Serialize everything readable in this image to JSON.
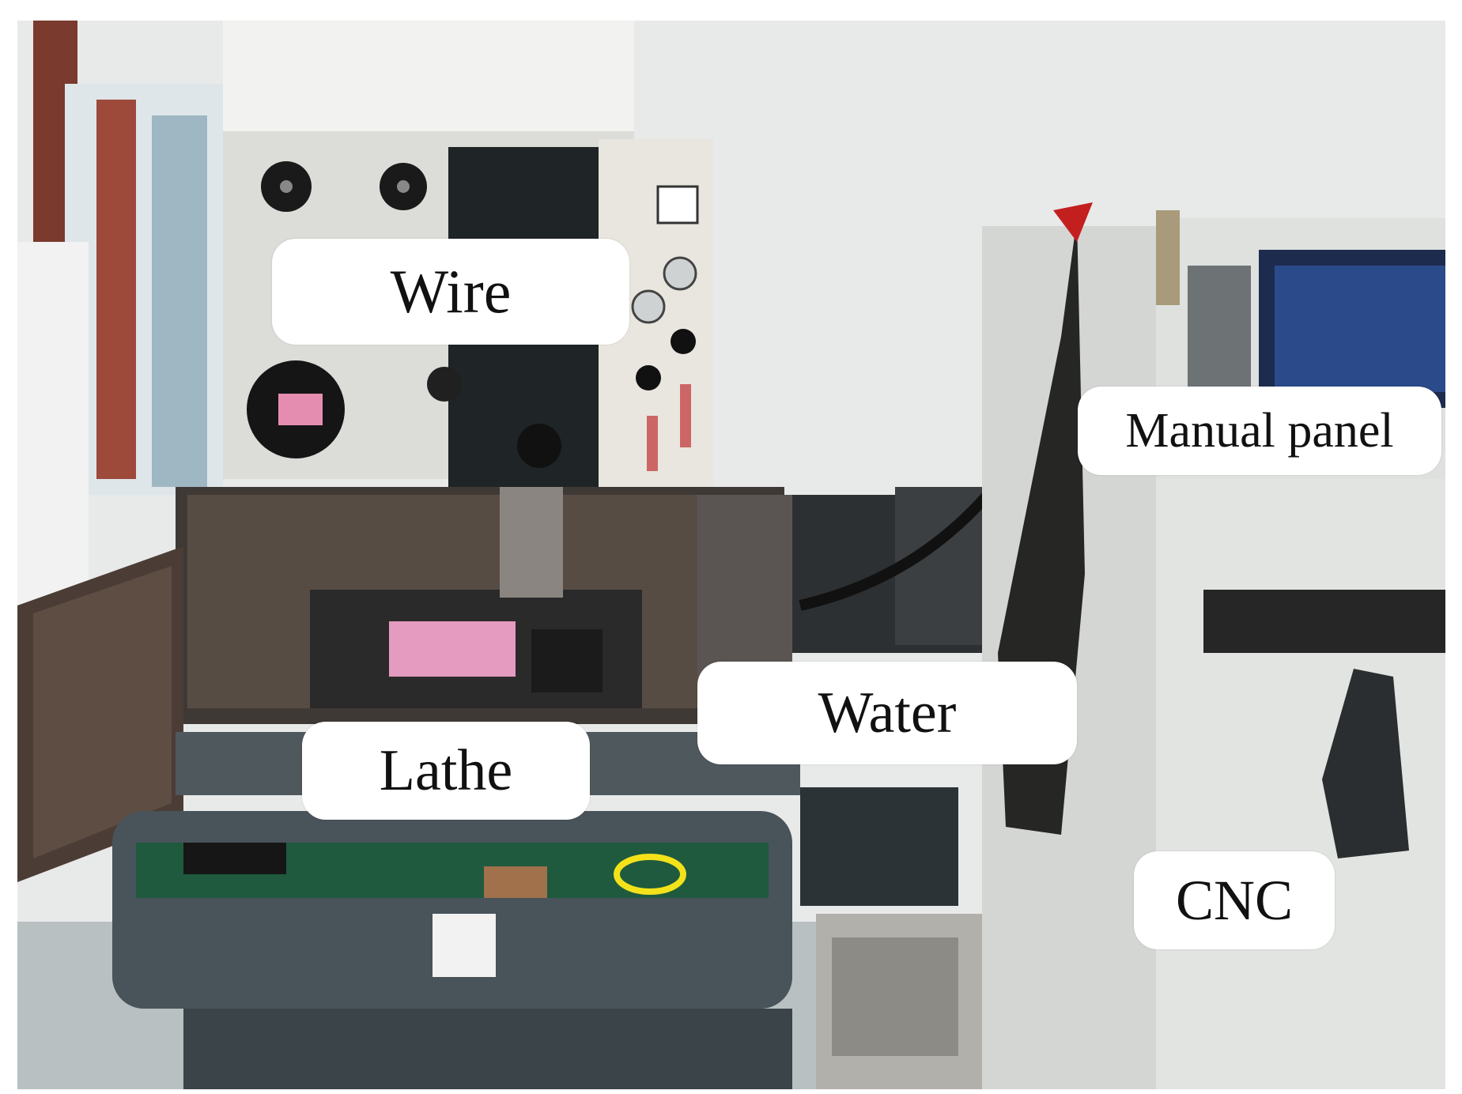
{
  "labels": {
    "wire": "Wire",
    "lathe": "Lathe",
    "water": "Water",
    "manual_panel": "Manual panel",
    "cnc": "CNC"
  },
  "colors": {
    "label_background": "#ffffff",
    "label_text": "#111111",
    "wall": "#e9ebea",
    "machine_body": "#4a5256",
    "cabinet": "#e3e5e3"
  }
}
